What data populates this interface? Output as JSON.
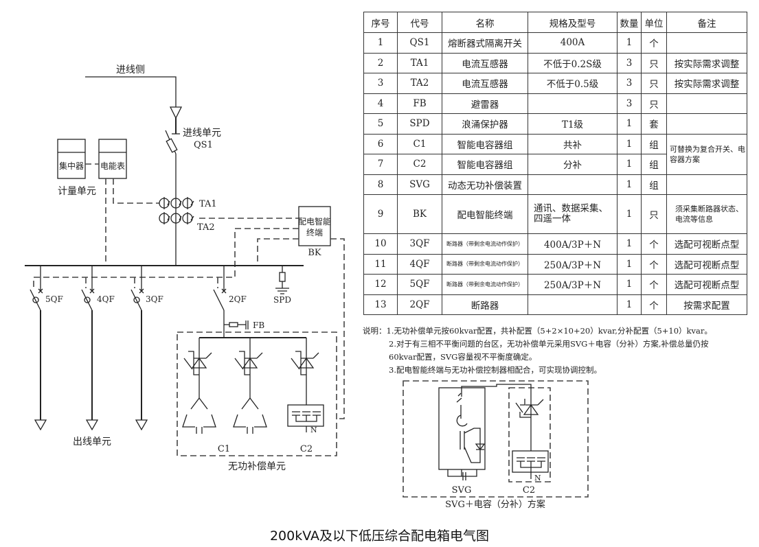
{
  "title": "200kVA及以下低压综合配电箱电气图",
  "diagram": {
    "incoming_side": "进线侧",
    "incoming_unit": "进线单元",
    "qs1": "QS1",
    "concentrator": "集中器",
    "meter": "电能表",
    "metering_unit": "计量单元",
    "ta1": "TA1",
    "ta2": "TA2",
    "bk_box": [
      "配电智能",
      "终端"
    ],
    "bk": "BK",
    "breakers": [
      "5QF",
      "4QF",
      "3QF",
      "2QF"
    ],
    "spd": "SPD",
    "fb": "FB",
    "outgoing_unit": "出线单元",
    "c1": "C1",
    "c2": "C2",
    "n": "N",
    "reactive_unit": "无功补偿单元",
    "svg_label": "SVG",
    "svg_c2_label": "C2",
    "svg_n": "N",
    "svg_scheme": "SVG＋电容（分补）方案"
  },
  "table": {
    "headers": [
      "序号",
      "代号",
      "名称",
      "规格及型号",
      "数量",
      "单位",
      "备注"
    ],
    "rows": [
      [
        "1",
        "QS1",
        "熔断器式隔离开关",
        "400A",
        "1",
        "个",
        ""
      ],
      [
        "2",
        "TA1",
        "电流互感器",
        "不低于0.2S级",
        "3",
        "只",
        "按实际需求调整"
      ],
      [
        "3",
        "TA2",
        "电流互感器",
        "不低于0.5级",
        "3",
        "只",
        "按实际需求调整"
      ],
      [
        "4",
        "FB",
        "避雷器",
        "",
        "3",
        "只",
        ""
      ],
      [
        "5",
        "SPD",
        "浪涌保护器",
        "T1级",
        "1",
        "套",
        ""
      ],
      [
        "6",
        "C1",
        "智能电容器组",
        "共补",
        "1",
        "组",
        "可替换为复合开关、电容器方案"
      ],
      [
        "7",
        "C2",
        "智能电容器组",
        "分补",
        "1",
        "组",
        ""
      ],
      [
        "8",
        "SVG",
        "动态无功补偿装置",
        "",
        "1",
        "组",
        ""
      ],
      [
        "9",
        "BK",
        "配电智能终端",
        "通讯、数据采集、四遥一体",
        "1",
        "只",
        "须采集断路器状态、电流等信息"
      ],
      [
        "10",
        "3QF",
        "断路器（带剩余电流动作保护）",
        "400A/3P＋N",
        "1",
        "个",
        "选配可视断点型"
      ],
      [
        "11",
        "4QF",
        "断路器（带剩余电流动作保护）",
        "250A/3P＋N",
        "1",
        "个",
        "选配可视断点型"
      ],
      [
        "12",
        "5QF",
        "断路器（带剩余电流动作保护）",
        "250A/3P＋N",
        "1",
        "个",
        "选配可视断点型"
      ],
      [
        "13",
        "2QF",
        "断路器",
        "",
        "1",
        "个",
        "按需求配置"
      ]
    ]
  },
  "notes": {
    "prefix": "说明：",
    "items": [
      "1.无功补偿单元按60kvar配置，共补配置（5+2×10+20）kvar,分补配置（5+10）kvar。",
      "2.对于有三相不平衡问题的台区，无功补偿单元采用SVG＋电容（分补）方案,补偿总量仍按",
      "60kvar配置，SVG容量视不平衡度确定。",
      "3.配电智能终端与无功补偿控制器相配合，可实现协调控制。"
    ]
  }
}
